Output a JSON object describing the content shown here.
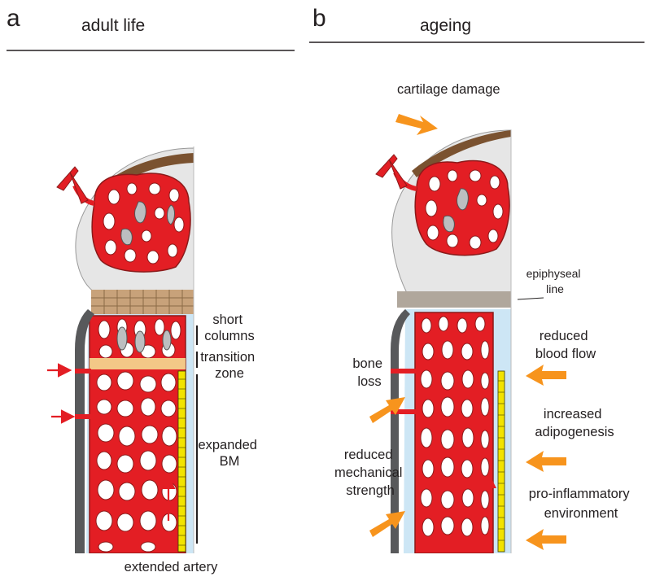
{
  "panel_a": {
    "letter": "a",
    "title": "adult life",
    "labels": {
      "short_columns": [
        "short",
        "columns"
      ],
      "transition_zone": [
        "transition",
        "zone"
      ],
      "expanded_bm": [
        "expanded",
        "BM"
      ],
      "extended_artery": "extended artery"
    }
  },
  "panel_b": {
    "letter": "b",
    "title": "ageing",
    "labels": {
      "cartilage_damage": "cartilage damage",
      "epiphyseal_line": [
        "epiphyseal",
        "line"
      ],
      "reduced_blood_flow": [
        "reduced",
        "blood flow"
      ],
      "bone_loss": [
        "bone",
        "loss"
      ],
      "increased_adipogenesis": [
        "increased",
        "adipogenesis"
      ],
      "reduced_mechanical_strength": [
        "reduced",
        "mechanical",
        "strength"
      ],
      "pro_inflammatory_environment": [
        "pro-inflammatory",
        "environment"
      ]
    }
  },
  "colors": {
    "vessel_red": "#e31e24",
    "vessel_outline": "#8b1a1a",
    "cartilage_brown": "#7a5230",
    "growth_plate_tan": "#c8a27a",
    "cortical_grey": "#58595b",
    "epiphysis_grey": "#e6e6e6",
    "marrow_blue": "#cde6f5",
    "yellow_transition": "#f6f2a0",
    "artery_yellow": "#f2e300",
    "arrow_orange": "#f7941d",
    "arrow_red": "#e31e24"
  }
}
